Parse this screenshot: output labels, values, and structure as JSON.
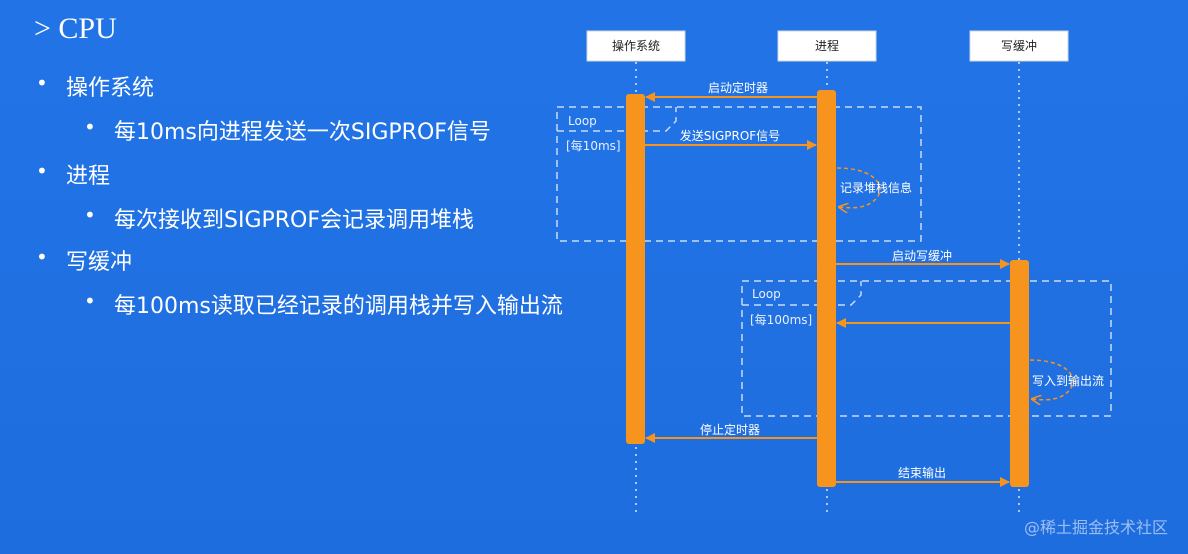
{
  "slide": {
    "title": "> CPU",
    "bullets": [
      {
        "label": "操作系统",
        "sub": "每10ms向进程发送一次SIGPROF信号"
      },
      {
        "label": "进程",
        "sub": "每次接收到SIGPROF会记录调用堆栈"
      },
      {
        "label": "写缓冲",
        "sub": "每100ms读取已经记录的调用栈并写入输出流"
      }
    ],
    "watermark": "@稀土掘金技术社区"
  },
  "diagram": {
    "participants": [
      "操作系统",
      "进程",
      "写缓冲"
    ],
    "messages": {
      "start_timer": "启动定时器",
      "send_sigprof": "发送SIGPROF信号",
      "record_stack": "记录堆栈信息",
      "start_write_buffer": "启动写缓冲",
      "write_output": "写入到输出流",
      "stop_timer": "停止定时器",
      "end_output": "结束输出"
    },
    "loops": [
      {
        "label": "Loop",
        "guard": "[每10ms]"
      },
      {
        "label": "Loop",
        "guard": "[每100ms]"
      }
    ],
    "colors": {
      "background": "#1f6fe0",
      "activation": "#f7941d",
      "participant_box": "#ffffff",
      "loop_border": "#c8dafb"
    }
  }
}
